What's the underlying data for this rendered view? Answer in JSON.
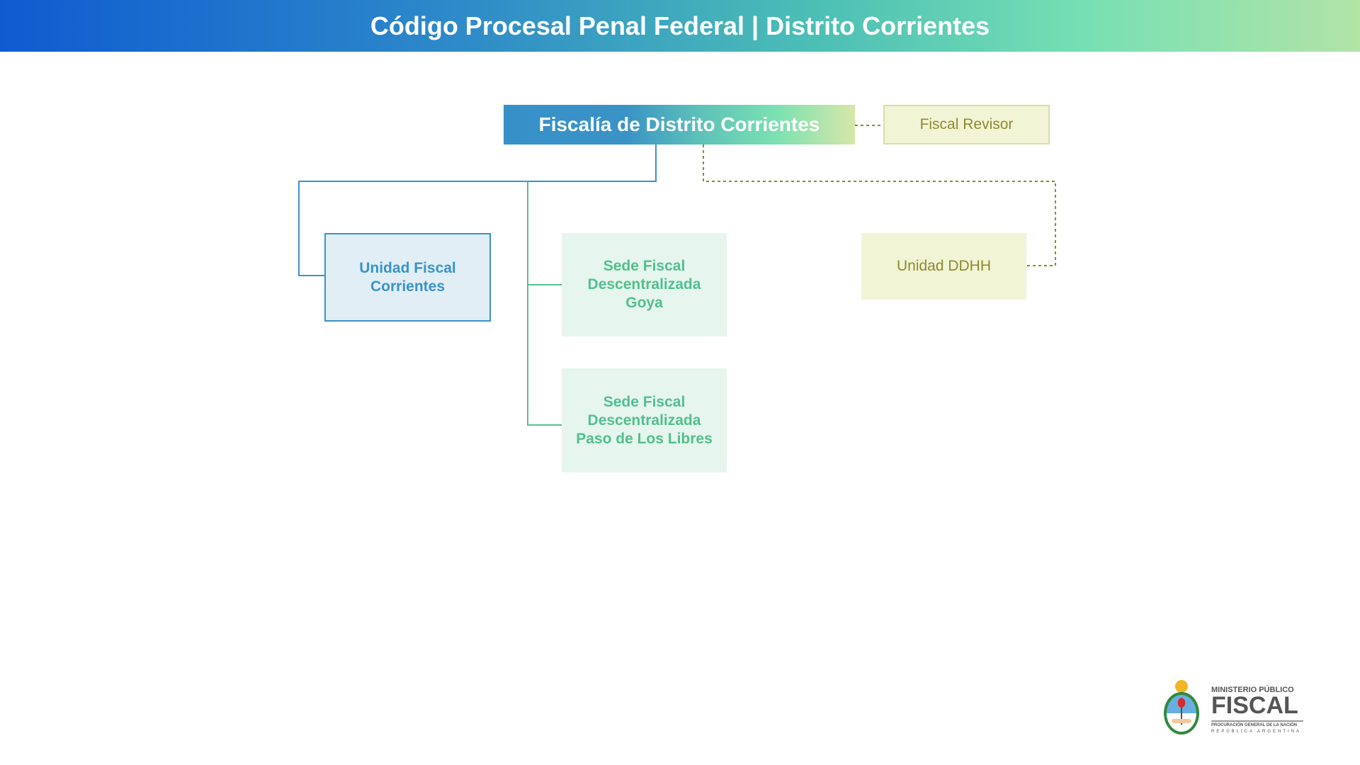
{
  "header": {
    "title": "Código Procesal Penal Federal | Distrito Corrientes"
  },
  "org": {
    "root": "Fiscalía de Distrito Corrientes",
    "fiscal_revisor": "Fiscal Revisor",
    "unidad_fiscal": "Unidad Fiscal Corrientes",
    "sede_goya": "Sede Fiscal Descentralizada Goya",
    "sede_paso": "Sede Fiscal Descentralizada Paso de Los Libres",
    "unidad_ddhh": "Unidad DDHH"
  },
  "logo": {
    "line1": "MINISTERIO PÚBLICO",
    "line2": "FISCAL",
    "line3": "PROCURACIÓN GENERAL DE LA NACIÓN",
    "line4": "REPÚBLICA ARGENTINA"
  },
  "colors": {
    "blue": "#3a93c6",
    "green": "#52c08d",
    "olive": "#8c8a2e"
  }
}
